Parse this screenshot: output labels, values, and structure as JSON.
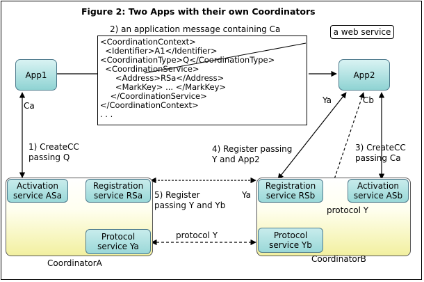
{
  "figure": {
    "title": "Figure 2: Two Apps with their own Coordinators",
    "message_caption": "2) an application message containing Ca",
    "web_service_label": "a web service"
  },
  "apps": {
    "app1": "App1",
    "app2": "App2"
  },
  "xml_lines": [
    "<CoordinationContext>",
    "  <Identifier>A1</Identifier>",
    "<CoordinationType>Q</CoordinationType>",
    "  <CoordinationService>",
    "      <Address>RSa</Address>",
    "      <MarkKey> ... </MarkKey>",
    "    </CoordinationService>",
    "</CoordinationContext>",
    ". . ."
  ],
  "labels": {
    "ca": "Ca",
    "ya_top": "Ya",
    "cb": "Cb",
    "step1_line1": "1) CreateCC",
    "step1_line2": "passing Q",
    "step3_line1": "3) CreateCC",
    "step3_line2": "passing Ca",
    "step4_line1": "4) Register passing",
    "step4_line2": "Y and App2",
    "step5_line1": "5) Register",
    "step5_line2": "passing Y and Yb",
    "ya_mid": "Ya",
    "protocol_y_b": "protocol Y",
    "protocol_y_mid": "protocol Y"
  },
  "coordinators": {
    "a": {
      "name": "CoordinatorA",
      "activation": "Activation\nservice ASa",
      "registration": "Registration\nservice RSa",
      "protocol": "Protocol\nservice Ya"
    },
    "b": {
      "name": "CoordinatorB",
      "registration": "Registration\nservice RSb",
      "activation": "Activation\nservice ASb",
      "protocol": "Protocol\nservice Yb"
    }
  }
}
